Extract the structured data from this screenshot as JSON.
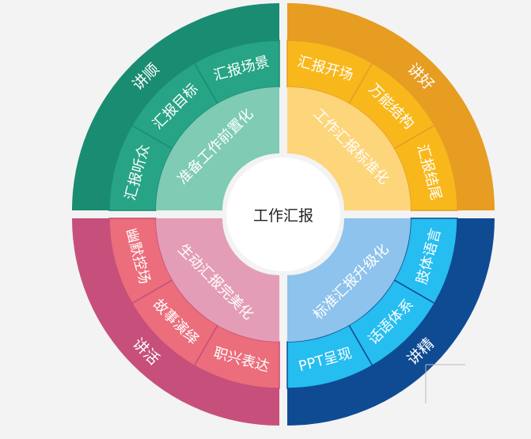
{
  "center_label": "工作汇报",
  "quadrants": [
    {
      "id": "top-left",
      "outer_label": "讲顺",
      "middle_items": [
        "汇报听众",
        "汇报目标",
        "汇报场景"
      ],
      "inner_label": "准备工作前置化",
      "colors": {
        "outer": "#1a8c72",
        "middle": "#27a485",
        "inner": "#7fcbb3"
      }
    },
    {
      "id": "top-right",
      "outer_label": "讲好",
      "middle_items": [
        "汇报开场",
        "万能结构",
        "汇报结尾"
      ],
      "inner_label": "工作汇报标准化",
      "colors": {
        "outer": "#e79c22",
        "middle": "#f8b81c",
        "inner": "#fdd57a"
      }
    },
    {
      "id": "bottom-right",
      "outer_label": "讲精",
      "middle_items": [
        "肢体语言",
        "话语体系",
        "PPT呈现"
      ],
      "inner_label": "标准汇报升级化",
      "colors": {
        "outer": "#0e4b93",
        "middle": "#26bdf0",
        "inner": "#8dc3ec"
      }
    },
    {
      "id": "bottom-left",
      "outer_label": "讲活",
      "middle_items": [
        "职兴表达",
        "故事演绎",
        "幽默控场"
      ],
      "inner_label": "生动汇报完美化",
      "colors": {
        "outer": "#c6507b",
        "middle": "#ec6d7b",
        "inner": "#e49db6"
      }
    }
  ]
}
